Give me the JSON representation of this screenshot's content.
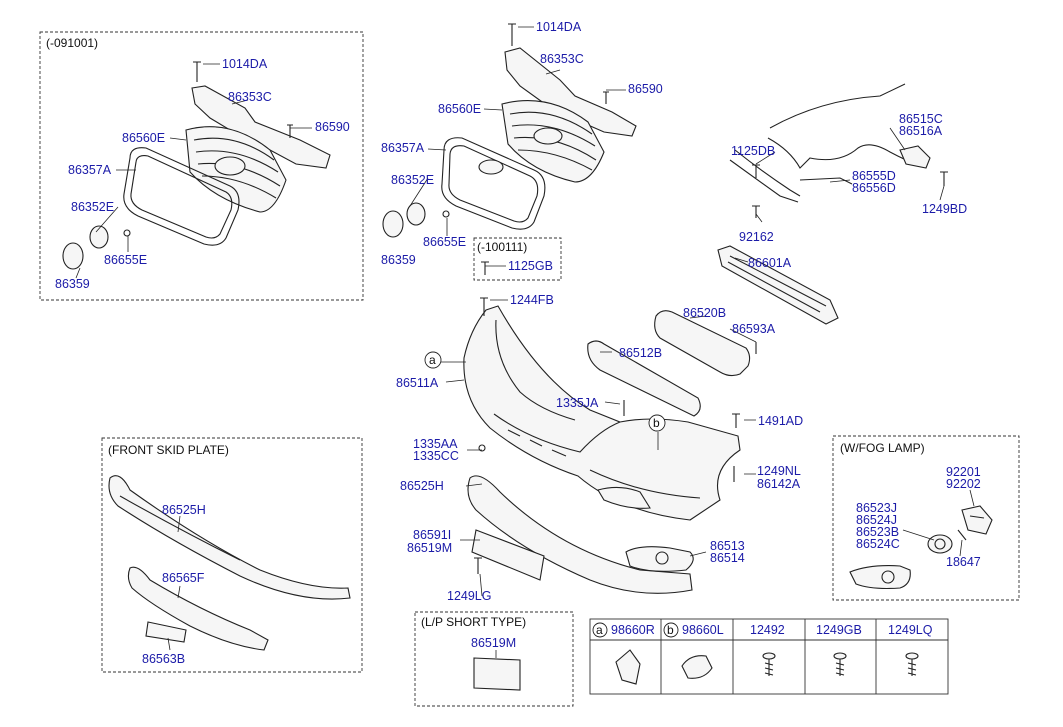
{
  "groups": {
    "grille_old": "(-091001)",
    "skid_plate": "(FRONT SKID PLATE)",
    "fog_lamp": "(W/FOG LAMP)",
    "short_type": "(L/P SHORT TYPE)",
    "bolt_box": "(-100111)"
  },
  "callouts": {
    "a": "a",
    "b": "b"
  },
  "labels": {
    "g_1014da": "1014DA",
    "g_86353c": "86353C",
    "g_86590": "86590",
    "g_86560e": "86560E",
    "g_86357a": "86357A",
    "g_86352e": "86352E",
    "g_86655e": "86655E",
    "g_86359": "86359",
    "m_1014da": "1014DA",
    "m_86353c": "86353C",
    "m_86590": "86590",
    "m_86560e": "86560E",
    "m_86357a": "86357A",
    "m_86352e": "86352E",
    "m_86655e": "86655E",
    "m_86359": "86359",
    "m_1125gb": "1125GB",
    "m_1244fb": "1244FB",
    "m_86511a": "86511A",
    "m_86512b": "86512B",
    "m_86520b": "86520B",
    "m_86593a": "86593A",
    "m_86601a": "86601A",
    "m_1335ja": "1335JA",
    "m_1491ad": "1491AD",
    "m_1335aa": "1335AA",
    "m_1335cc": "1335CC",
    "m_1249nl": "1249NL",
    "m_86142a": "86142A",
    "m_86525h": "86525H",
    "m_86591i": "86591I",
    "m_86519m": "86519M",
    "m_1249lg": "1249LG",
    "m_86513": "86513",
    "m_86514": "86514",
    "r_86515c": "86515C",
    "r_86516a": "86516A",
    "r_1125db": "1125DB",
    "r_86555d": "86555D",
    "r_86556d": "86556D",
    "r_1249bd": "1249BD",
    "r_92162": "92162",
    "s_86525h": "86525H",
    "s_86565f": "86565F",
    "s_86563b": "86563B",
    "f_92201": "92201",
    "f_92202": "92202",
    "f_86523j": "86523J",
    "f_86524j": "86524J",
    "f_86523b": "86523B",
    "f_86524c": "86524C",
    "f_18647": "18647",
    "l_86519m": "86519M"
  },
  "table": {
    "headers": [
      {
        "mark": "a",
        "part": "98660R"
      },
      {
        "mark": "b",
        "part": "98660L"
      },
      {
        "mark": "",
        "part": "12492"
      },
      {
        "mark": "",
        "part": "1249GB"
      },
      {
        "mark": "",
        "part": "1249LQ"
      }
    ]
  }
}
